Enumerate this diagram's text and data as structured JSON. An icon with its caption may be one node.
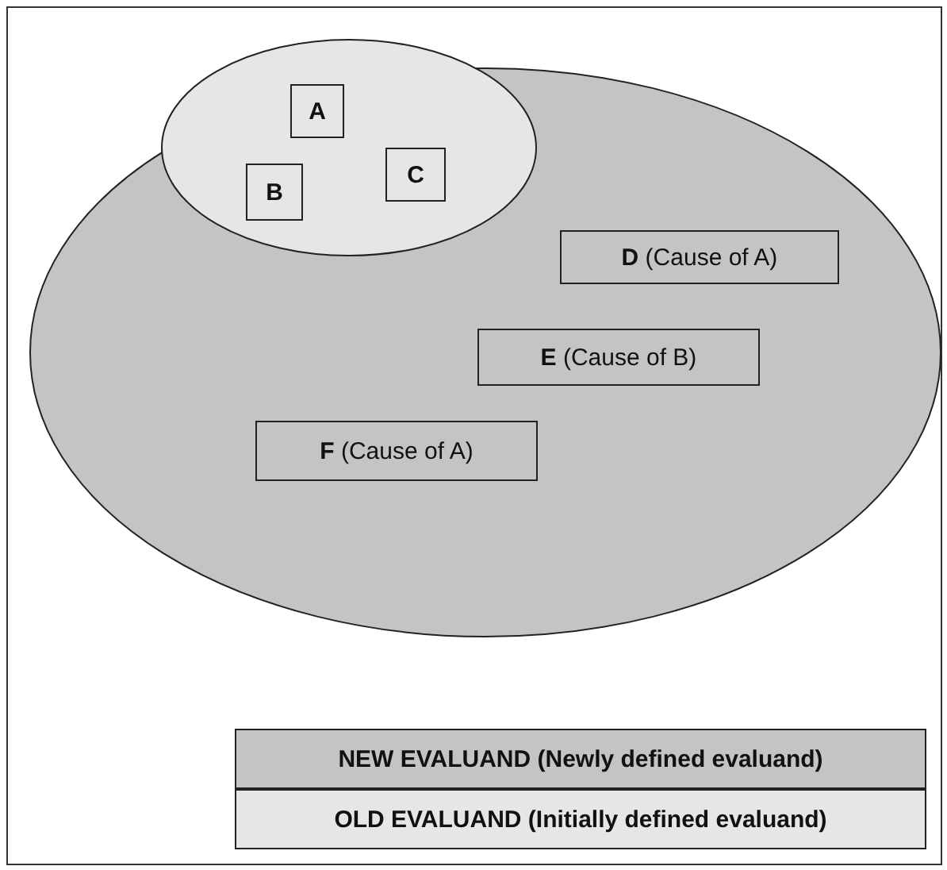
{
  "diagram": {
    "nodes": [
      {
        "text": [],
        "shape": "ellipse"
      },
      {
        "text": [],
        "shape": "ellipse"
      },
      {
        "text": [
          "**A**"
        ],
        "in": 1
      },
      {
        "text": [
          "**B**"
        ],
        "in": 1
      },
      {
        "text": [
          "**C**"
        ],
        "in": 1
      },
      {
        "text": [
          "**D** (Cause of A)"
        ],
        "in": 0
      },
      {
        "text": [
          "**E** (Cause of B)"
        ],
        "in": 0
      },
      {
        "text": [
          "**F** (Cause of A)"
        ],
        "in": 0
      }
    ],
    "legend": [
      {
        "text": "NEW EVALUAND (Newly defined evaluand)",
        "color": "#c4c4c4"
      },
      {
        "text": "OLD EVALUAND (Initially defined evaluand)",
        "color": "#e6e6e6"
      }
    ]
  }
}
